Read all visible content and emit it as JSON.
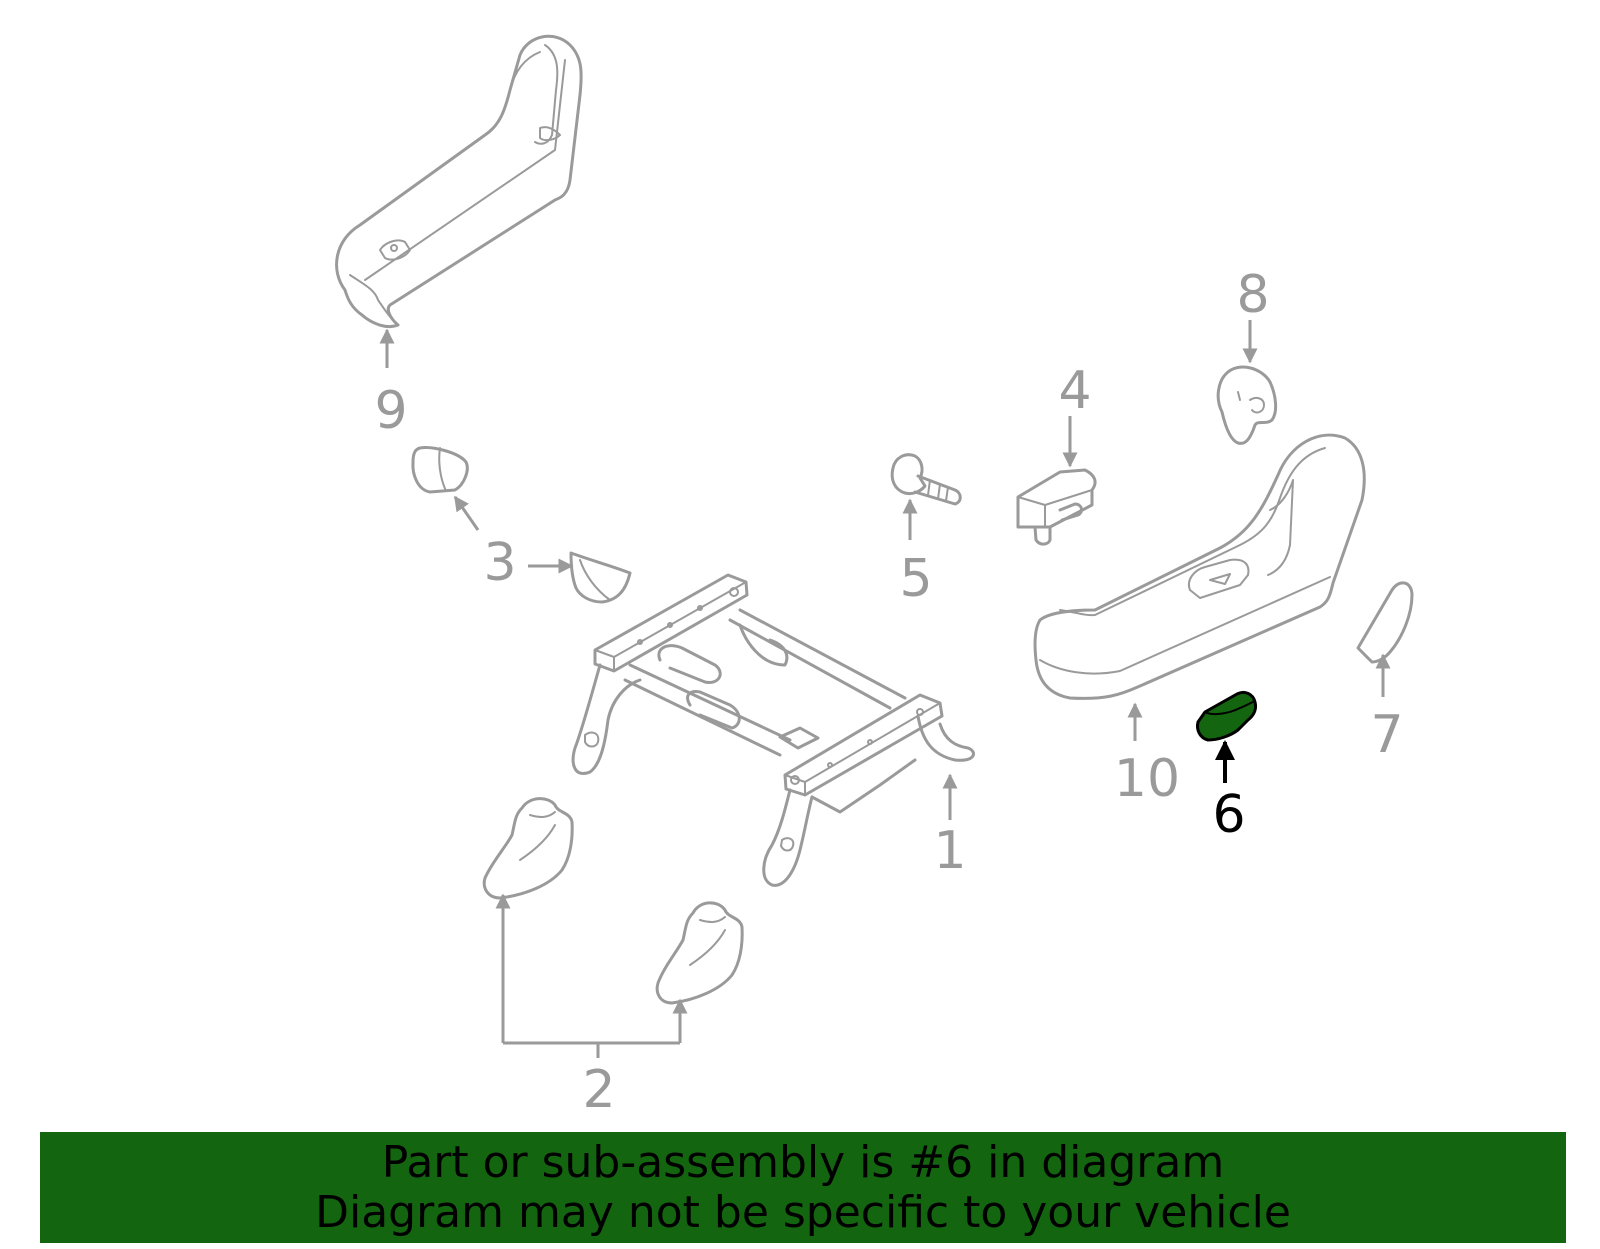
{
  "diagram": {
    "labels": [
      "1",
      "2",
      "3",
      "4",
      "5",
      "6",
      "7",
      "8",
      "9",
      "10"
    ],
    "highlighted_part": "6",
    "colors": {
      "part_stroke": "#9a9a9a",
      "highlight_fill": "#14650f",
      "highlight_stroke": "#000000",
      "banner_bg": "#14650f"
    }
  },
  "banner": {
    "line1": "Part or sub-assembly is #6 in diagram",
    "line2": "Diagram may not be specific to your vehicle"
  }
}
